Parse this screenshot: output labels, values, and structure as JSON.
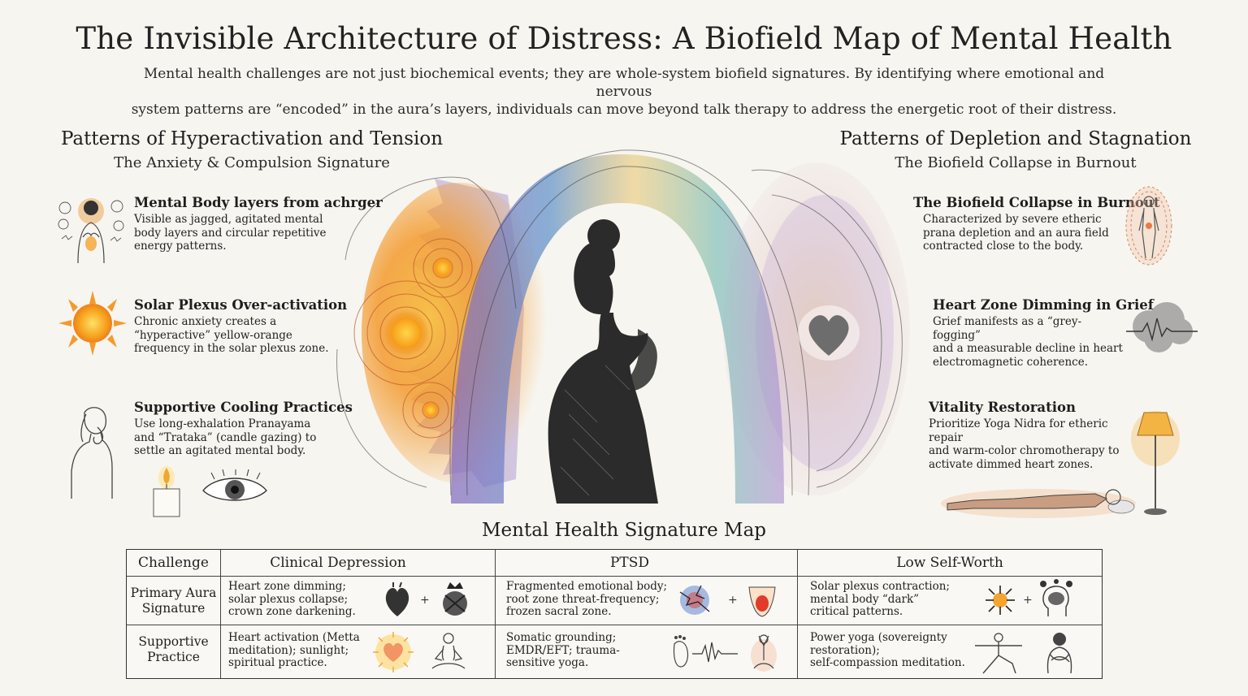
{
  "header": {
    "title": "The Invisible Architecture of Distress: A Biofield Map of Mental Health",
    "intro_line1": "Mental health challenges are not just biochemical events; they are whole-system biofield signatures. By identifying where emotional and nervous",
    "intro_line2": "system patterns are “encoded” in the aura’s layers, individuals can move beyond talk therapy to address the energetic root of their distress."
  },
  "left": {
    "heading": "Patterns of Hyperactivation and Tension",
    "subheading": "The Anxiety & Compulsion Signature",
    "items": [
      {
        "title": "Mental Body layers from achrger",
        "lines": [
          "Visible as jagged, agitated mental",
          "body layers and circular repetitive",
          "energy patterns."
        ],
        "icon": "anxious-figure-icon"
      },
      {
        "title": "Solar Plexus Over-activation",
        "lines": [
          "Chronic anxiety creates a",
          "“hyperactive” yellow-orange",
          "frequency in the solar plexus zone."
        ],
        "icon": "sun-icon"
      },
      {
        "title": "Supportive Cooling Practices",
        "lines": [
          "Use long-exhalation Pranayama",
          "and “Trataka” (candle gazing) to",
          "settle an agitated mental body."
        ],
        "icon": "breathing-woman-icon"
      }
    ]
  },
  "right": {
    "heading": "Patterns of Depletion and Stagnation",
    "subheading": "The Biofield Collapse in Burnout",
    "items": [
      {
        "title": "The Biofield Collapse in Burnout",
        "lines": [
          "Characterized by severe etheric",
          "prana depletion and an aura field",
          "contracted close to the body."
        ],
        "icon": "contracted-aura-icon"
      },
      {
        "title": "Heart Zone Dimming in Grief",
        "lines": [
          "Grief manifests as a “grey-fogging”",
          "and a measurable decline in heart",
          "electromagnetic coherence."
        ],
        "icon": "grey-cloud-icon"
      },
      {
        "title": "Vitality Restoration",
        "lines": [
          "Prioritize Yoga Nidra for etheric repair",
          "and warm-color chromotherapy to",
          "activate dimmed heart zones."
        ],
        "icon": "lamp-icon"
      }
    ]
  },
  "map": {
    "title": "Mental Health Signature Map",
    "headers": [
      "Challenge",
      "Clinical Depression",
      "PTSD",
      "Low Self-Worth"
    ],
    "rows": [
      {
        "label_lines": [
          "Primary Aura",
          "Signature"
        ],
        "cells": [
          [
            "Heart zone dimming;",
            "solar plexus collapse;",
            "crown zone darkening."
          ],
          [
            "Fragmented emotional body;",
            "root zone threat-frequency;",
            "frozen sacral zone."
          ],
          [
            "Solar plexus contraction;",
            "mental body “dark”",
            "critical patterns."
          ]
        ]
      },
      {
        "label_lines": [
          "Supportive",
          "Practice"
        ],
        "cells": [
          [
            "Heart activation (Metta",
            "meditation); sunlight;",
            "spiritual practice."
          ],
          [
            "Somatic grounding;",
            "EMDR/EFT; trauma-",
            "sensitive yoga."
          ],
          [
            "Power yoga (sovereignty",
            "restoration);",
            "self-compassion meditation."
          ]
        ]
      }
    ],
    "plus": "+"
  },
  "colors": {
    "aura_orange": "#f39a2d",
    "aura_purple": "#8a6fc0",
    "aura_blue": "#5b8fc9",
    "aura_teal": "#6cb7b0",
    "aura_gold": "#e9c46a",
    "text": "#1d1d1d"
  }
}
